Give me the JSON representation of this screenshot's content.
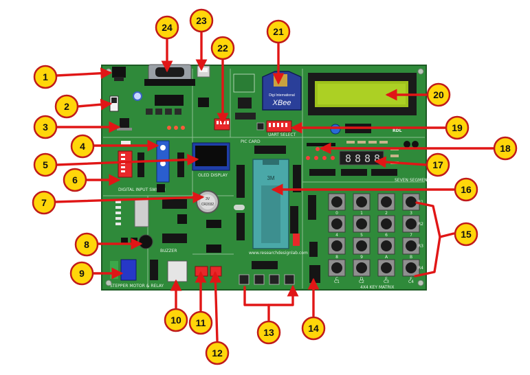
{
  "board": {
    "brand": "RDL",
    "website": "www.researchdesignlab.com",
    "labels": {
      "digital_input_switch": "DIGITAL INPUT SWITCH",
      "oled_display": "OLED DISPLAY",
      "stepper_motor_relay": "STEPPER MOTOR & RELAY",
      "key_matrix": "4X4 KEY MATRIX",
      "seven_segment": "SEVEN SEGMENT",
      "uart_select": "UART SELECT",
      "buzzer": "BUZZER",
      "pic_card": "PIC CARD"
    },
    "coin_cell": {
      "line1": "3V",
      "line2": "CR2032"
    },
    "xbee": {
      "vendor": "Digi International",
      "name": "XBee"
    },
    "zif_label": "3M",
    "keypad": {
      "keys": [
        "0",
        "1",
        "2",
        "3",
        "4",
        "5",
        "6",
        "7",
        "8",
        "9",
        "A",
        "B",
        "C",
        "D",
        "E",
        "F"
      ],
      "rows": [
        "R1",
        "R2",
        "R3",
        "R4"
      ],
      "cols": [
        "C1",
        "C2",
        "C3",
        "C4"
      ]
    },
    "seven_segment_digits": [
      "8",
      "8",
      "8",
      "8"
    ]
  },
  "callouts": [
    {
      "n": "1"
    },
    {
      "n": "2"
    },
    {
      "n": "3"
    },
    {
      "n": "4"
    },
    {
      "n": "5"
    },
    {
      "n": "6"
    },
    {
      "n": "7"
    },
    {
      "n": "8"
    },
    {
      "n": "9"
    },
    {
      "n": "10"
    },
    {
      "n": "11"
    },
    {
      "n": "12"
    },
    {
      "n": "13"
    },
    {
      "n": "14"
    },
    {
      "n": "15"
    },
    {
      "n": "16"
    },
    {
      "n": "17"
    },
    {
      "n": "18"
    },
    {
      "n": "19"
    },
    {
      "n": "20"
    },
    {
      "n": "21"
    },
    {
      "n": "22"
    },
    {
      "n": "23"
    },
    {
      "n": "24"
    }
  ],
  "colors": {
    "pcb": "#2f8a3a",
    "pcb_dark": "#236e2c",
    "callout_fill": "#ffd60a",
    "callout_stroke": "#c01a1a",
    "arrow": "#e01616",
    "lcd": "#9ec21c",
    "zif": "#4aa8a8",
    "xbee": "#2a3f99"
  }
}
